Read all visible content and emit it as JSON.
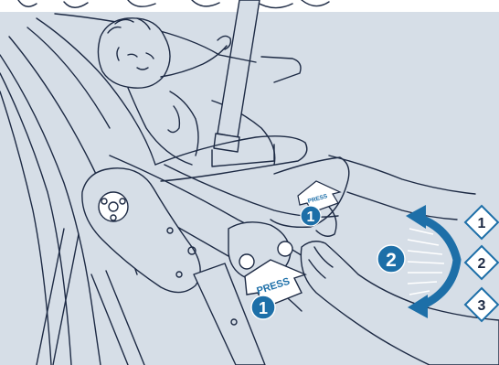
{
  "colors": {
    "background": "#d6dee7",
    "line": "#1d2a44",
    "accent_blue": "#1d6fa8",
    "marker_white": "#ffffff"
  },
  "step_markers": {
    "press_step_top": "1",
    "press_step_bottom": "1",
    "rotate_step": "2"
  },
  "press_labels": {
    "small": "PRESS",
    "large": "PRESS"
  },
  "recline_positions": [
    "1",
    "2",
    "3"
  ],
  "icons": {
    "rotate_arrow": "curved-double-arrow-icon",
    "press_arrow": "press-arrow-icon",
    "position_marker": "diamond-icon"
  }
}
